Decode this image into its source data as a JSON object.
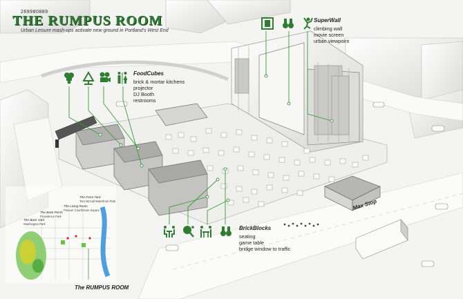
{
  "header": {
    "project_id": "269980889",
    "title": "THE RUMPUS ROOM",
    "subtitle": "Urban Leisure mash-ups activate new ground in Portland's West End"
  },
  "superwall": {
    "heading": "SuperWall",
    "items": [
      "climbing wall",
      "movie screen",
      "urban viewpoint"
    ],
    "icons": [
      "film-icon",
      "binoculars-icon",
      "climber-icon"
    ]
  },
  "foodcubes": {
    "heading": "FoodCubes",
    "items": [
      "brick & mortar kitchens",
      "projector",
      "DJ Booth",
      "restrooms"
    ],
    "icons": [
      "chef-icon",
      "projector-icon",
      "camera-icon",
      "restroom-icon"
    ]
  },
  "brickblocks": {
    "heading": "BrickBlocks",
    "items": [
      "seating",
      "game table",
      "bridge window to traffic"
    ],
    "icons": [
      "seating-icon",
      "pingpong-icon",
      "game-table-icon",
      "binoculars-icon"
    ]
  },
  "max_stop": "Max Stop",
  "context_map": {
    "caption": "The RUMPUS ROOM",
    "places": [
      {
        "name": "The Front Yard",
        "sub": "Tom McCall Waterfront Park"
      },
      {
        "name": "The Living Room",
        "sub": "Pioneer Courthouse Square"
      },
      {
        "name": "The Back Porch",
        "sub": "Providence Park"
      },
      {
        "name": "The Back Yard",
        "sub": "Washington Park"
      }
    ]
  },
  "colors": {
    "accent_green": "#2e7d32",
    "leader_green": "#3a9a3a",
    "river_blue": "#2e8fd8",
    "park_green": "#6cc04a",
    "park_yellow": "#e3d21c"
  }
}
